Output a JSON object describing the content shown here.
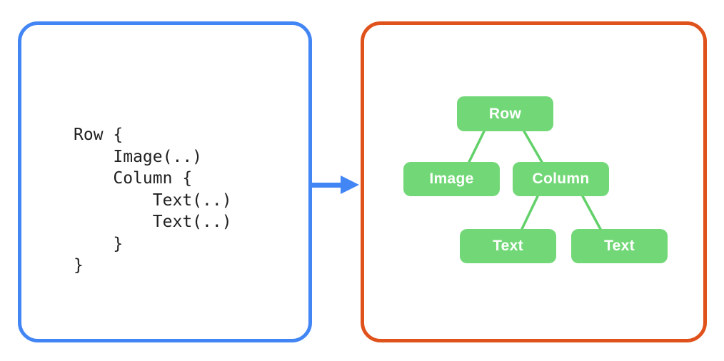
{
  "code_panel": {
    "code": "Row {\n    Image(..)\n    Column {\n        Text(..)\n        Text(..)\n    }\n}"
  },
  "tree_panel": {
    "nodes": [
      {
        "id": "row",
        "label": "Row"
      },
      {
        "id": "image",
        "label": "Image"
      },
      {
        "id": "column",
        "label": "Column"
      },
      {
        "id": "text-1",
        "label": "Text"
      },
      {
        "id": "text-2",
        "label": "Text"
      }
    ],
    "edges": [
      {
        "from": "row",
        "to": "image"
      },
      {
        "from": "row",
        "to": "column"
      },
      {
        "from": "column",
        "to": "text-1"
      },
      {
        "from": "column",
        "to": "text-2"
      }
    ]
  },
  "colors": {
    "code_panel_border": "#4285f4",
    "tree_panel_border": "#e0521b",
    "arrow": "#4285f4",
    "node_fill": "#72d877",
    "node_text": "#ffffff",
    "edge_line": "#62d169",
    "code_text": "#1f1f1f",
    "background": "#ffffff"
  }
}
